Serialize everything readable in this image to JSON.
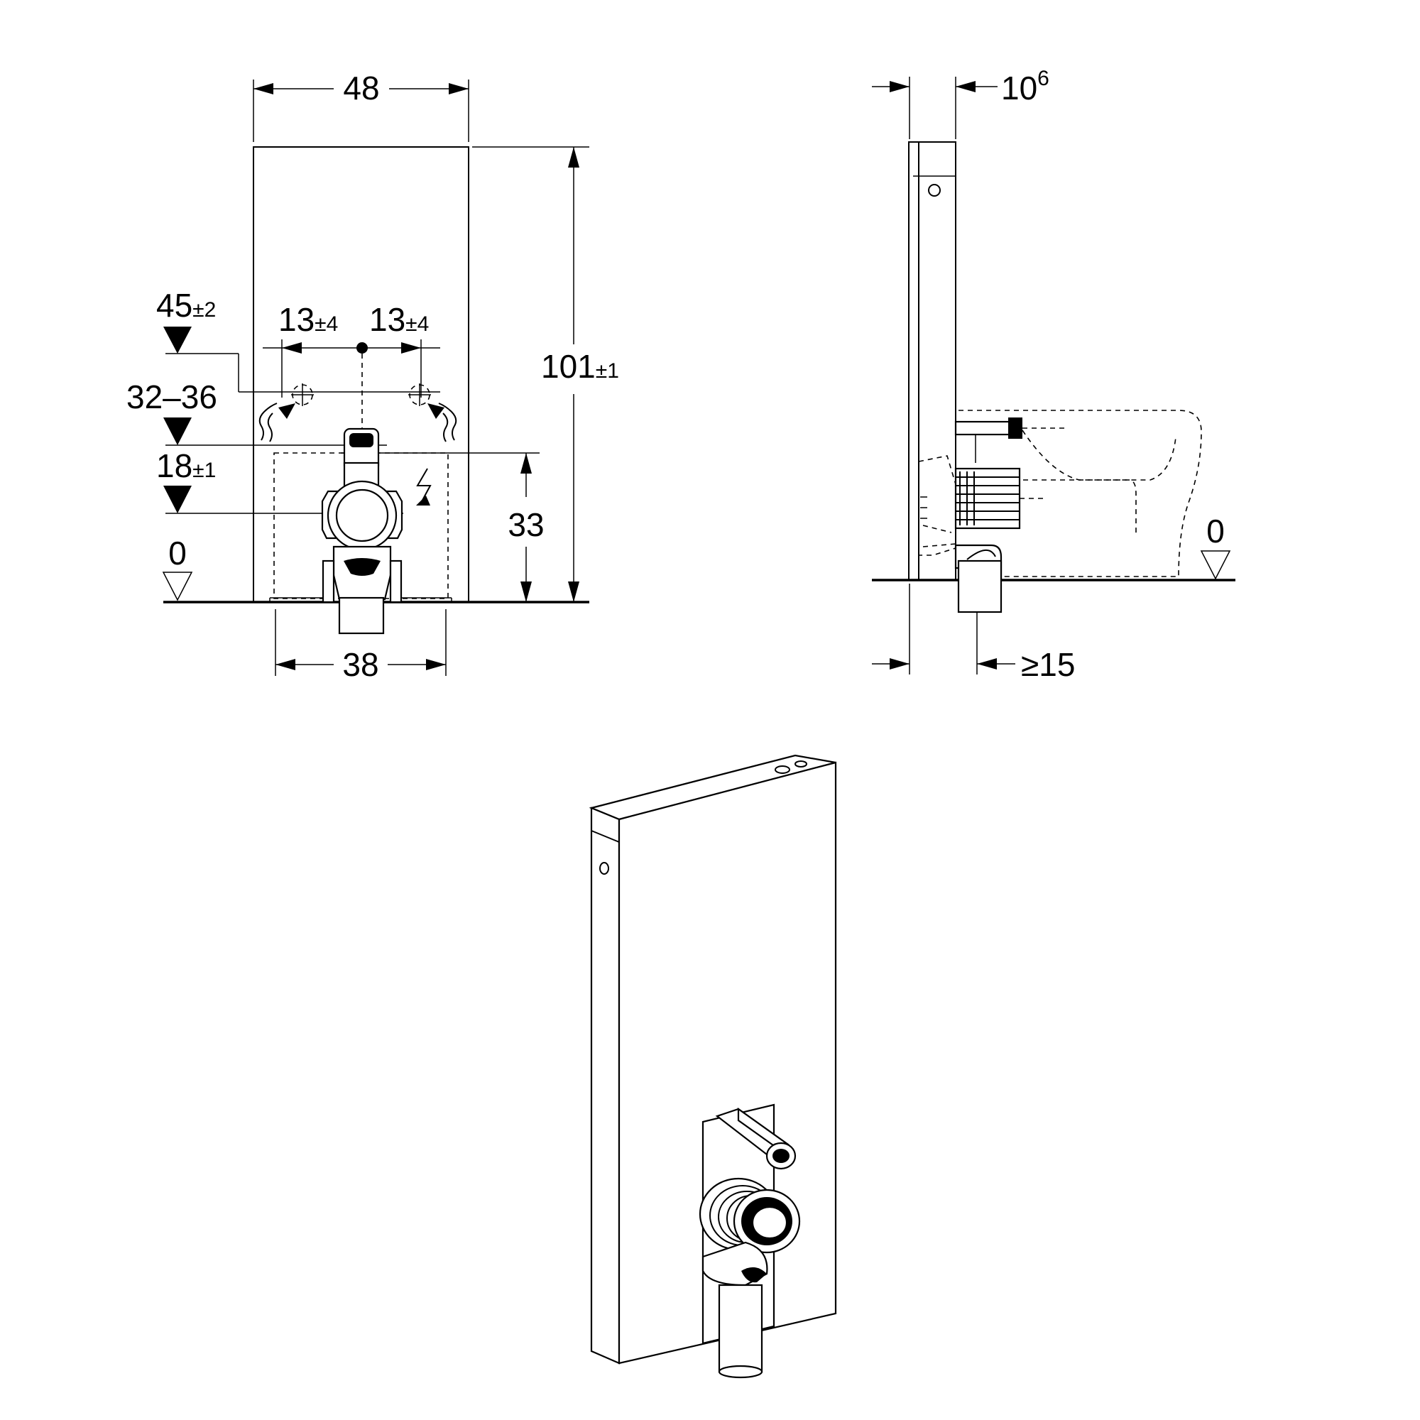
{
  "front_view": {
    "width_top": "48",
    "width_bottom": "38",
    "height_main": "101",
    "height_main_tol": "±1",
    "supply_offset_left": "13",
    "supply_offset_left_tol": "±4",
    "supply_offset_right": "13",
    "supply_offset_right_tol": "±4",
    "level_supply": "45",
    "level_supply_tol": "±2",
    "level_waste": "32–36",
    "level_low": "18",
    "level_low_tol": "±1",
    "height_box": "33",
    "floor_level": "0"
  },
  "side_view": {
    "depth_base": "10",
    "depth_exp": "6",
    "floor_level": "0",
    "min_clearance": "≥15"
  }
}
